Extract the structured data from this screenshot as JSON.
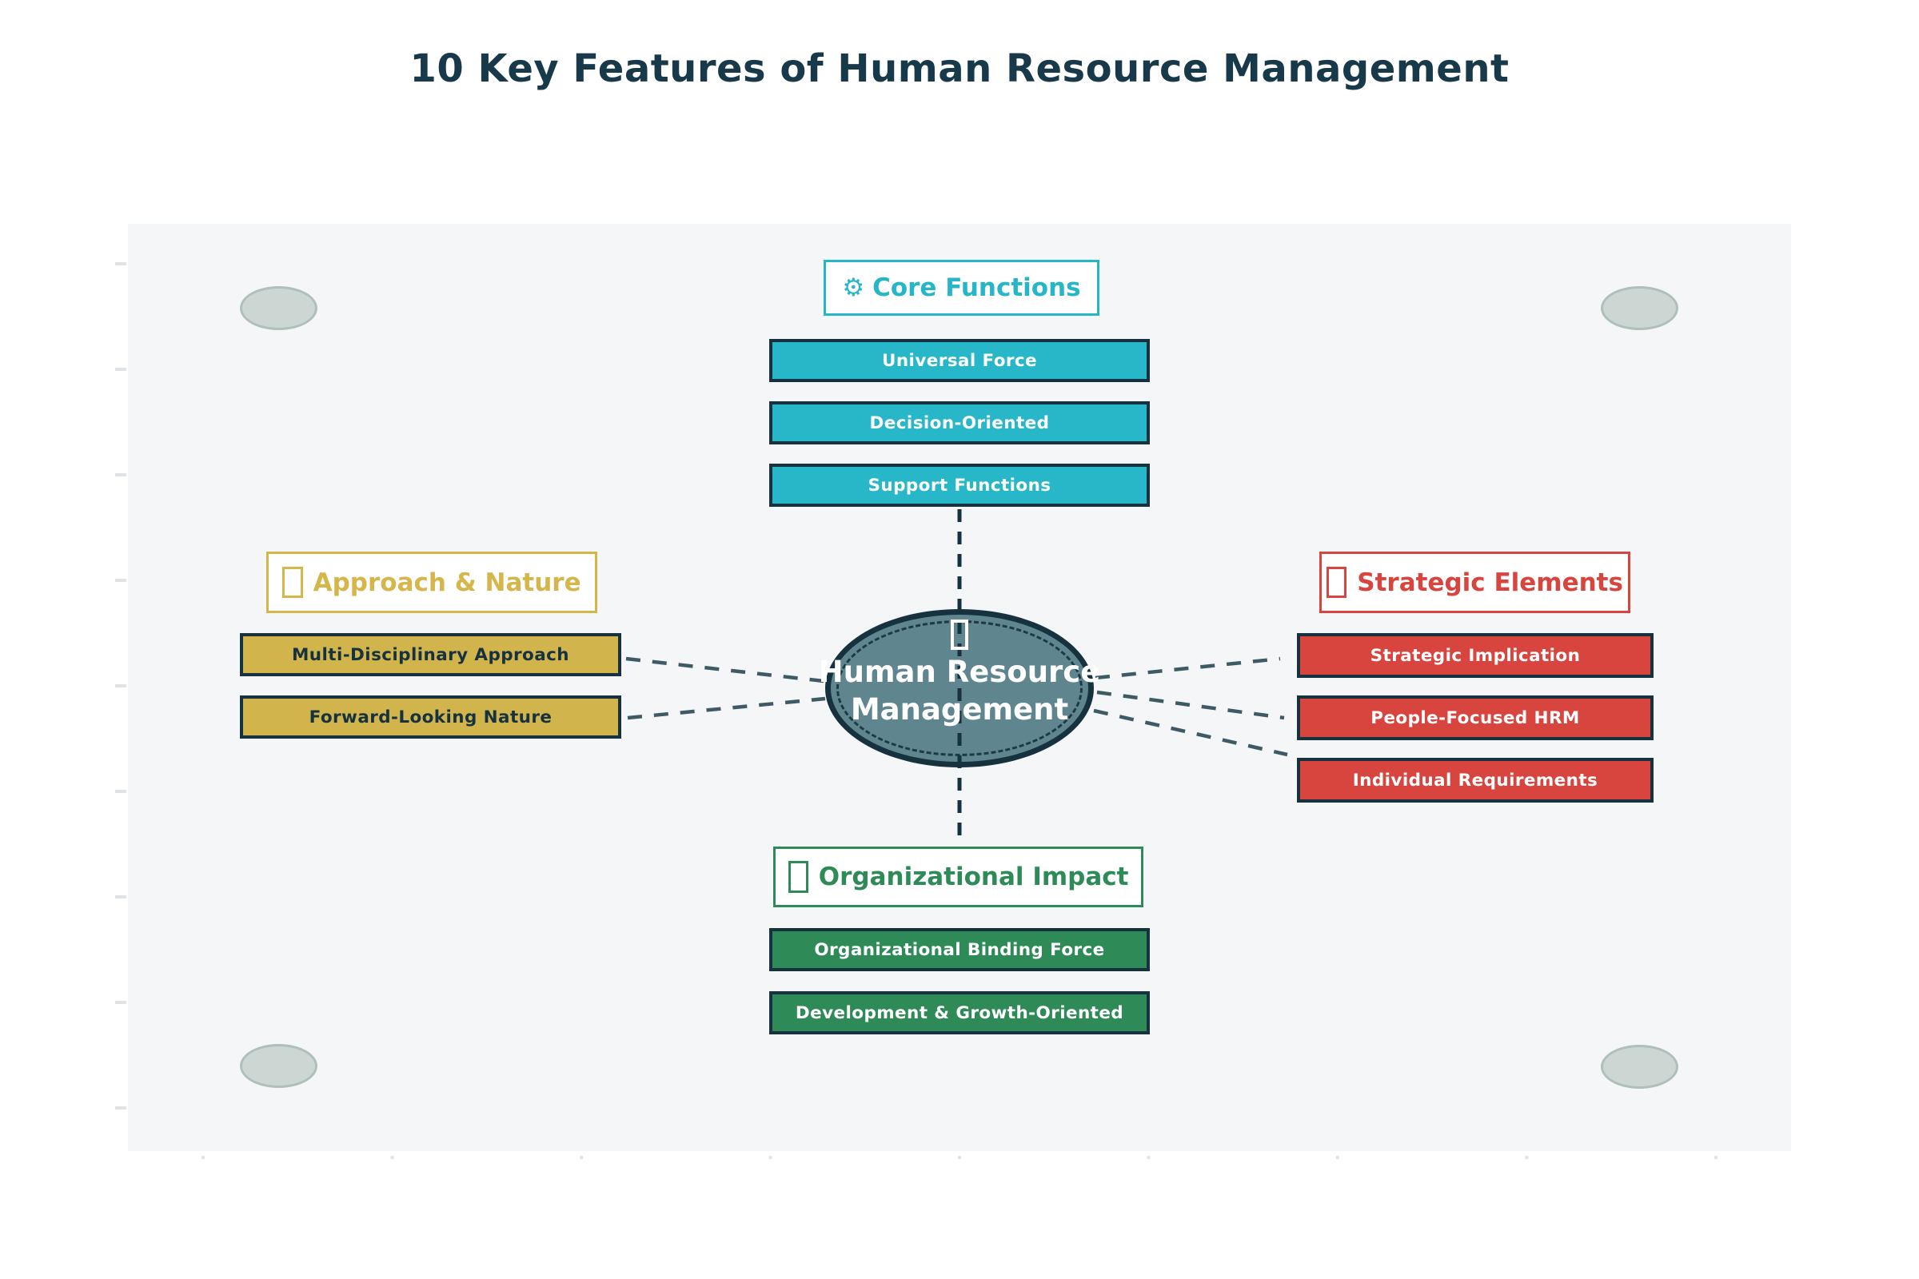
{
  "page": {
    "title": "10 Key Features of Human Resource Management"
  },
  "center_node": {
    "icon": "missing-glyph-icon",
    "label": "Human Resource Management",
    "fill": "#5f868e",
    "border": "#17323f",
    "text_color": "#ffffff"
  },
  "groups": {
    "core_functions": {
      "icon": "gear-icon",
      "icon_glyph": "⚙",
      "title": "Core Functions",
      "accent": "#26b6c7",
      "items": [
        "Universal Force",
        "Decision-Oriented",
        "Support Functions"
      ]
    },
    "approach_nature": {
      "icon": "missing-glyph-icon",
      "title": "Approach & Nature",
      "accent": "#d4b64a",
      "items": [
        "Multi-Disciplinary Approach",
        "Forward-Looking Nature"
      ]
    },
    "strategic_elements": {
      "icon": "missing-glyph-icon",
      "title": "Strategic Elements",
      "accent": "#d8453f",
      "items": [
        "Strategic Implication",
        "People-Focused HRM",
        "Individual Requirements"
      ]
    },
    "organizational_impact": {
      "icon": "missing-glyph-icon",
      "title": "Organizational Impact",
      "accent": "#2e8b57",
      "items": [
        "Organizational Binding Force",
        "Development & Growth-Oriented"
      ]
    }
  },
  "colors": {
    "title_color": "#17394a",
    "panel_background": "#f4f6f8",
    "item_border": "#17323f",
    "center_connector": "#17323f",
    "fan_connector": "#3e5a64",
    "corner_ellipse_fill": "#ccd6d3",
    "corner_ellipse_border": "#aebfbc"
  }
}
